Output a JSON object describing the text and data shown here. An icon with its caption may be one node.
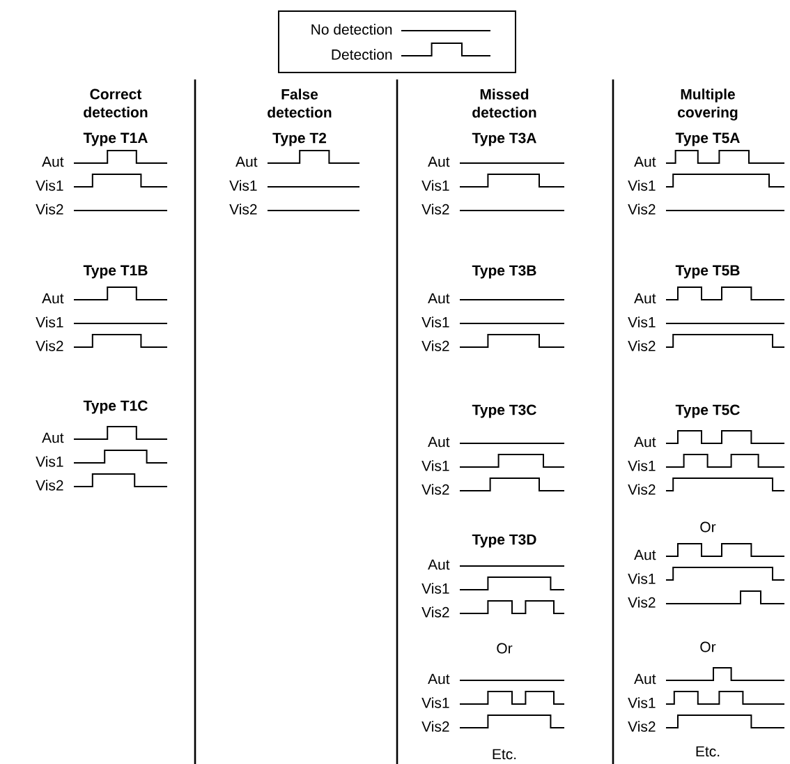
{
  "diagram": {
    "labels": [
      "Correct detection",
      "Type T1A",
      "Aut",
      "Vis1",
      "Vis2",
      "Type T1B",
      "Aut",
      "Vis1",
      "Vis2",
      "Type T1C",
      "Aut",
      "Vis1",
      "Vis2",
      "False detection",
      "Type T2",
      "Aut",
      "Vis1",
      "Vis2",
      "Missed detection",
      "Type T3A",
      "Aut",
      "Vis1",
      "Vis2",
      "Type T3B",
      "Aut",
      "Vis1",
      "Vis2",
      "Type T3C",
      "Aut",
      "Vis1",
      "Vis2",
      "Type T3D",
      "Aut",
      "Vis1",
      "Vis2",
      "Or",
      "Aut",
      "Vis1",
      "Vis2",
      "Etc.",
      "Multiple covering",
      "Type T5A",
      "Aut",
      "Vis1",
      "Vis2",
      "Type T5B",
      "Aut",
      "Vis1",
      "Vis2",
      "Type T5C",
      "Aut",
      "Vis1",
      "Vis2",
      "Or",
      "Aut",
      "Vis1",
      "Vis2",
      "Or",
      "Aut",
      "Vis1",
      "Vis2",
      "Etc."
    ],
    "legend": [
      {
        "text": "No detection"
      },
      {
        "text": "Detection"
      }
    ]
  }
}
